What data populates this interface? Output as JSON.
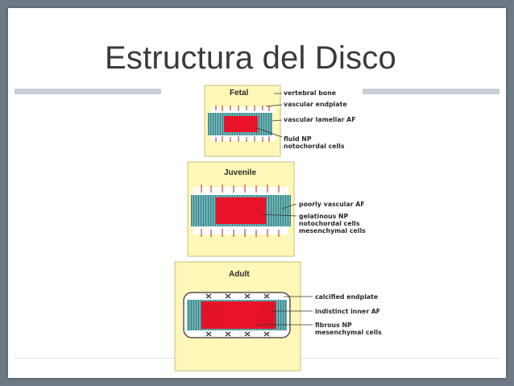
{
  "slide": {
    "title": "Estructura del Disco",
    "colors": {
      "background": "#6d7a85",
      "bone": "#fff7b8",
      "nucleus": "#e8132b",
      "annulus": "#6fb6b8",
      "endplate": "#ffffff"
    }
  },
  "diagram": {
    "panels": [
      {
        "title": "Fetal",
        "labels": [
          "vertebral bone",
          "vascular endplate",
          "vascular lamellar AF",
          "fluid NP",
          "notochordal cells"
        ]
      },
      {
        "title": "Juvenile",
        "labels": [
          "poorly vascular AF",
          "gelatinous NP",
          "notochordal cells",
          "mesenchymal cells"
        ]
      },
      {
        "title": "Adult",
        "labels": [
          "calcified endplate",
          "indistinct inner AF",
          "fibrous NP",
          "mesenchymal cells"
        ]
      }
    ]
  }
}
